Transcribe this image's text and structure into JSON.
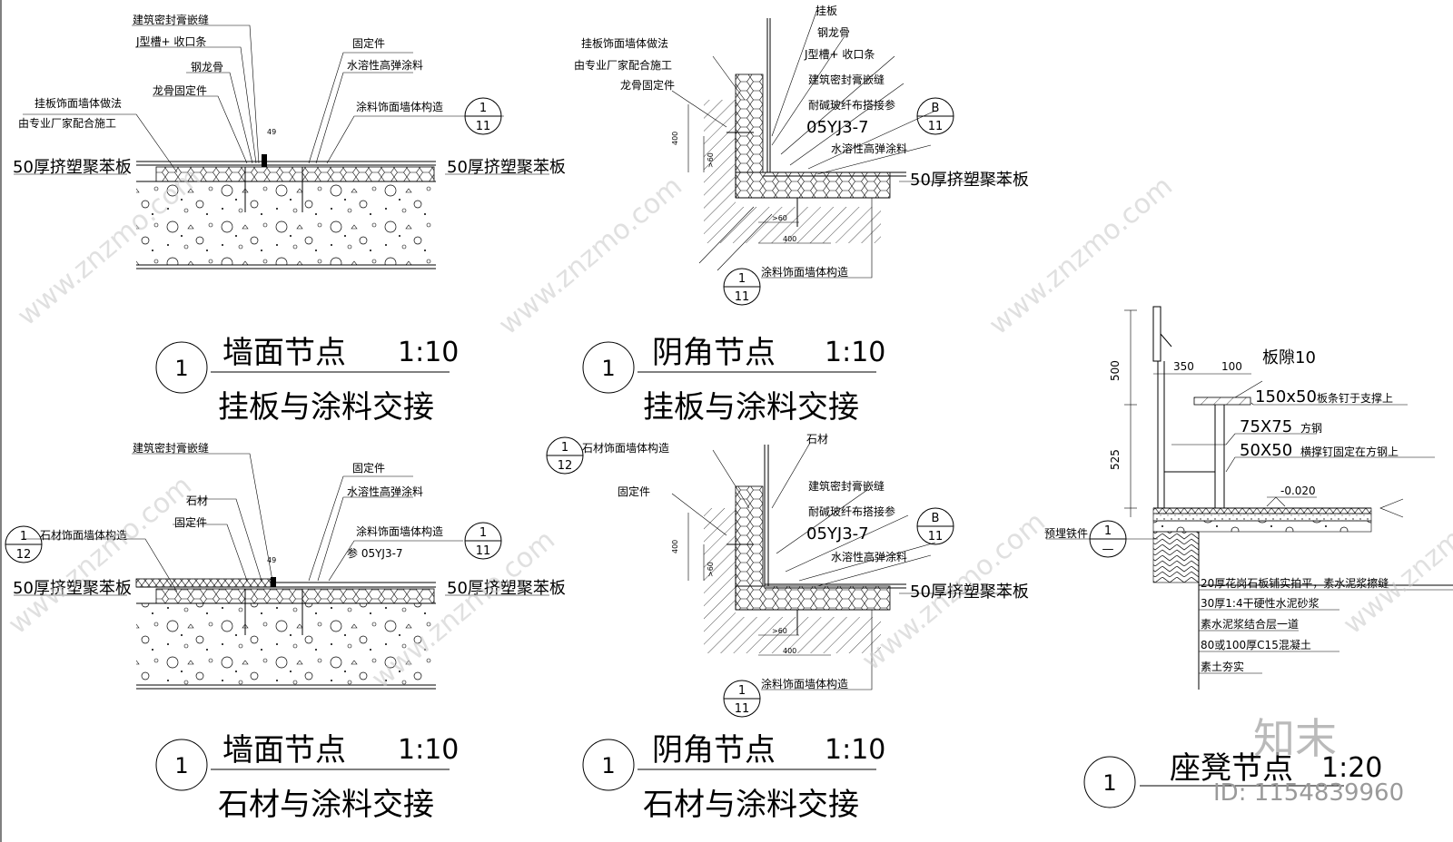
{
  "watermark": {
    "site": "www.znzmo.com",
    "brand": "知末",
    "id_text": "ID: 1154839960"
  },
  "details": {
    "d1": {
      "number": "1",
      "title": "墙面节点",
      "scale": "1:10",
      "subtitle": "挂板与涂料交接",
      "labels": {
        "sealant": "建筑密封膏嵌缝",
        "jchannel": "J型槽+ 收口条",
        "steel": "钢龙骨",
        "keel_fix": "龙骨固定件",
        "panel_a": "挂板饰面墙体做法",
        "panel_b": "由专业厂家配合施工",
        "fixer": "固定件",
        "paint": "水溶性高弹涂料",
        "paint_wall": "涂料饰面墙体构造",
        "eps_left": "50厚挤塑聚苯板",
        "eps_right": "50厚挤塑聚苯板",
        "dim": "49"
      },
      "ref": {
        "top": "1",
        "bottom": "11"
      }
    },
    "d2": {
      "number": "1",
      "title": "阴角节点",
      "scale": "1:10",
      "subtitle": "挂板与涂料交接",
      "labels": {
        "panel": "挂板",
        "steel": "钢龙骨",
        "jchannel": "J型槽+ 收口条",
        "sealant": "建筑密封膏嵌缝",
        "mesh": "耐碱玻纤布搭接参",
        "std": "05YJ3-7",
        "paint": "水溶性高弹涂料",
        "eps": "50厚挤塑聚苯板",
        "panel_a": "挂板饰面墙体做法",
        "panel_b": "由专业厂家配合施工",
        "keel_fix": "龙骨固定件",
        "paint_wall": "涂料饰面墙体构造",
        "dim400v": "400",
        "dim60v": ">60",
        "dim60h": ">60",
        "dim400h": "400"
      },
      "ref_b": {
        "top": "B",
        "bottom": "11"
      },
      "ref": {
        "top": "1",
        "bottom": "11"
      }
    },
    "d3": {
      "number": "1",
      "title": "墙面节点",
      "scale": "1:10",
      "subtitle": "石材与涂料交接",
      "labels": {
        "sealant": "建筑密封膏嵌缝",
        "stone": "石材",
        "fixer1": "固定件",
        "stone_wall": "石材饰面墙体构造",
        "fixer2": "固定件",
        "paint": "水溶性高弹涂料",
        "paint_wall": "涂料饰面墙体构造",
        "std": "参 05YJ3-7",
        "eps_left": "50厚挤塑聚苯板",
        "eps_right": "50厚挤塑聚苯板",
        "dim": "49"
      },
      "ref_left": {
        "top": "1",
        "bottom": "12"
      },
      "ref": {
        "top": "1",
        "bottom": "11"
      }
    },
    "d4": {
      "number": "1",
      "title": "阴角节点",
      "scale": "1:10",
      "subtitle": "石材与涂料交接",
      "labels": {
        "stone_wall": "石材饰面墙体构造",
        "stone": "石材",
        "fixer": "固定件",
        "sealant": "建筑密封膏嵌缝",
        "mesh": "耐碱玻纤布搭接参",
        "std": "05YJ3-7",
        "paint": "水溶性高弹涂料",
        "eps": "50厚挤塑聚苯板",
        "paint_wall": "涂料饰面墙体构造",
        "dim400v": "400",
        "dim60v": ">60",
        "dim60h": ">60",
        "dim400h": "400"
      },
      "ref_left": {
        "top": "1",
        "bottom": "12"
      },
      "ref_b": {
        "top": "B",
        "bottom": "11"
      },
      "ref": {
        "top": "1",
        "bottom": "11"
      }
    },
    "d5": {
      "number": "1",
      "title": "座凳节点",
      "scale": "1:20",
      "labels": {
        "dim500": "500",
        "dim525": "525",
        "dim350": "350",
        "dim100": "100",
        "gap": "板隙10",
        "slat": "150x50",
        "slat_note": "板条钉于支撑上",
        "tube75": "75X75",
        "tube75_note": "方钢",
        "tube50": "50X50",
        "tube50_note": "横撑钉固定在方钢上",
        "level": "-0.020",
        "embed": "预埋铁件",
        "layer1": "20厚花岗石板铺实拍平，素水泥浆擦缝",
        "layer2": "30厚1:4干硬性水泥砂浆",
        "layer3": "素水泥浆结合层一道",
        "layer4": "80或100厚C15混凝土",
        "layer5": "素土夯实"
      },
      "ref": {
        "top": "1",
        "bottom": "—"
      }
    }
  }
}
